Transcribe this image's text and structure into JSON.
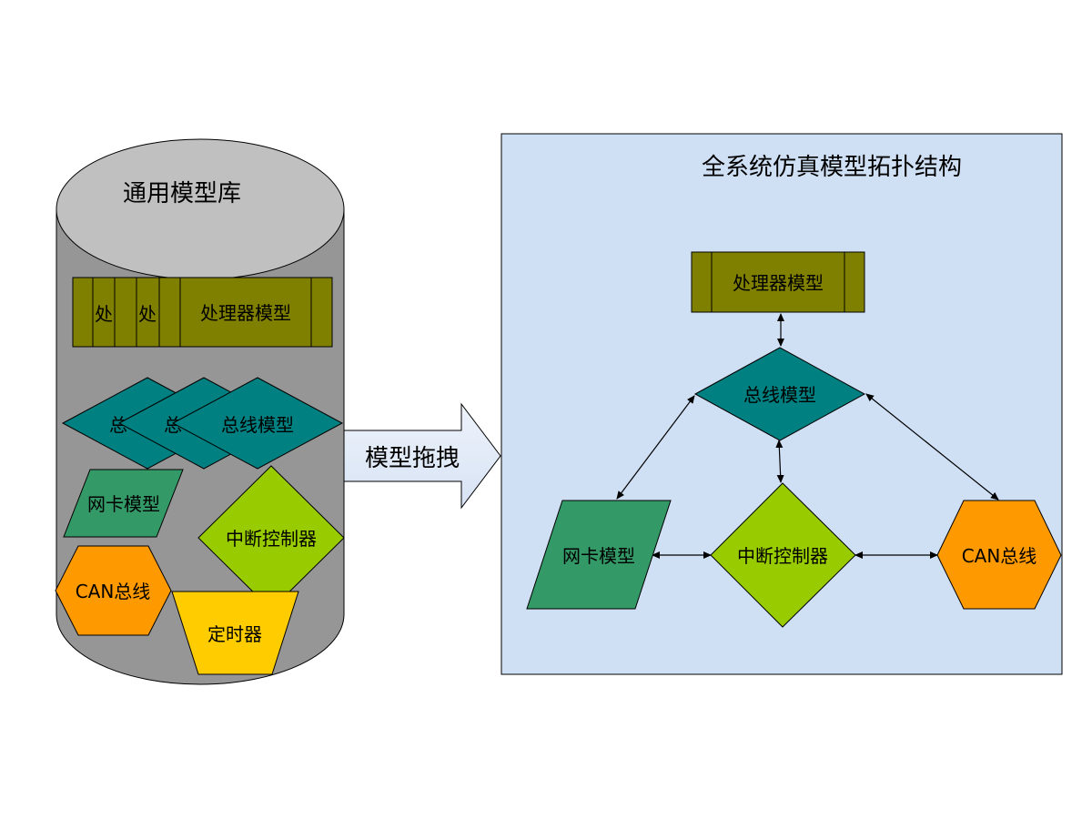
{
  "library": {
    "title": "通用模型库",
    "stack_labels": {
      "processor_partial_1": "处",
      "processor_partial_2": "处",
      "bus_partial_1": "总",
      "bus_partial_2": "总"
    },
    "items": {
      "processor": "处理器模型",
      "bus": "总线模型",
      "nic": "网卡模型",
      "interrupt": "中断控制器",
      "can": "CAN总线",
      "timer": "定时器"
    }
  },
  "drag_arrow": {
    "label": "模型拖拽"
  },
  "topology": {
    "title": "全系统仿真模型拓扑结构",
    "nodes": {
      "processor": "处理器模型",
      "bus": "总线模型",
      "nic": "网卡模型",
      "interrupt": "中断控制器",
      "can": "CAN总线"
    }
  },
  "colors": {
    "processor": "#808000",
    "bus": "#008080",
    "nic": "#339966",
    "interrupt": "#99cc00",
    "can": "#ff9900",
    "timer": "#ffcc00",
    "cylinder_body": "#969696",
    "cylinder_top": "#c0c0c0",
    "panel_bg": "#cfdff4",
    "arrow_fill": "#e0e9f7"
  }
}
